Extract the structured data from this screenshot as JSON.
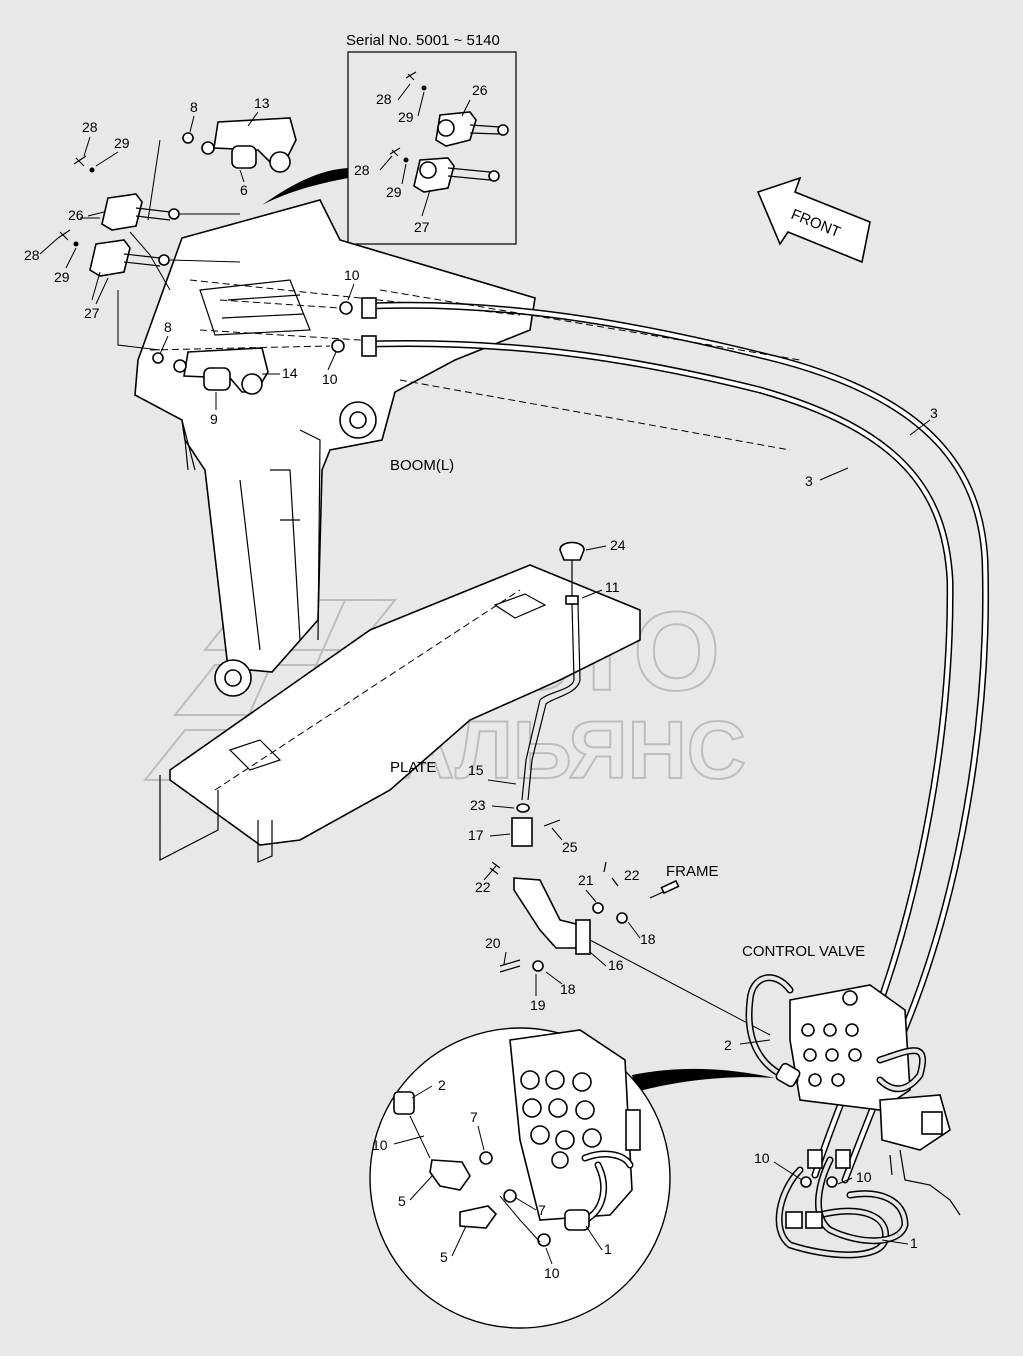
{
  "inset_serial": "Serial No. 5001 ~ 5140",
  "front_arrow": "FRONT",
  "captions": {
    "boom": "BOOM(L)",
    "plate": "PLATE",
    "frame": "FRAME",
    "control_valve": "CONTROL VALVE"
  },
  "watermark": {
    "line1": "АВТО",
    "line2": "АЛЬЯНС"
  },
  "callouts": {
    "c8a": "8",
    "c13": "13",
    "c28a": "28",
    "c29a": "29",
    "c6": "6",
    "c26": "26",
    "c28b": "28",
    "c29b": "29",
    "c27": "27",
    "c10a": "10",
    "c10b": "10",
    "c8b": "8",
    "c14": "14",
    "c9": "9",
    "s28a": "28",
    "s29a": "29",
    "s26": "26",
    "s28b": "28",
    "s29b": "29",
    "s27": "27",
    "c3a": "3",
    "c3b": "3",
    "c24": "24",
    "c11": "11",
    "c15": "15",
    "c23": "23",
    "c17": "17",
    "c25": "25",
    "c22a": "22",
    "c22b": "22",
    "c21": "21",
    "c18a": "18",
    "c20": "20",
    "c16": "16",
    "c19": "19",
    "c18b": "18",
    "c2": "2",
    "c10c": "10",
    "c10d": "10",
    "c1": "1",
    "d2": "2",
    "d10a": "10",
    "d7a": "7",
    "d5a": "5",
    "d7b": "7",
    "d5b": "5",
    "d1": "1",
    "d10b": "10"
  },
  "colors": {
    "background": "#e8e8e8",
    "line": "#000000",
    "watermark": "#9a9a9a"
  }
}
